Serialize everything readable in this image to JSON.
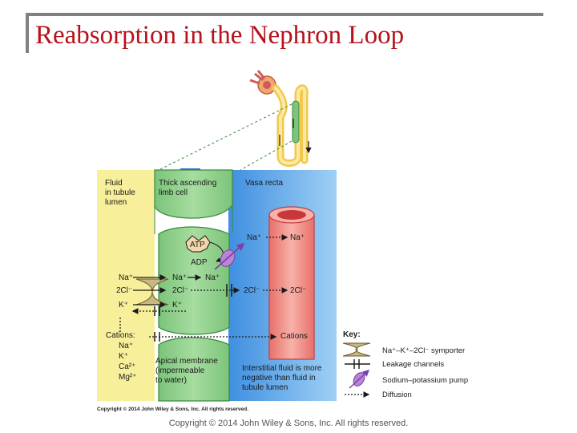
{
  "slide": {
    "title": "Reabsorption in the Nephron Loop",
    "copyright": "Copyright © 2014 John Wiley & Sons, Inc. All rights reserved."
  },
  "figure": {
    "credit": "Copyright © 2014 John Wiley & Sons, Inc. All rights reserved.",
    "regions": {
      "lumen_label": [
        "Fluid",
        "in tubule",
        "lumen"
      ],
      "cell_label": [
        "Thick ascending",
        "limb cell"
      ],
      "vasa_label": "Vasa recta"
    },
    "pump": {
      "atp": "ATP",
      "adp": "ADP"
    },
    "ions": {
      "na_lumen": "Na⁺",
      "cl_lumen": "2Cl⁻",
      "k_lumen": "K⁺",
      "na_cell": "Na⁺",
      "na_pump": "Na⁺",
      "cl_cell": "2Cl⁻",
      "k_cell": "K⁺",
      "na_interstitial": "Na⁺",
      "na_blood": "Na⁺",
      "cl_interstitial": "2Cl⁻",
      "cl_blood": "2Cl⁻",
      "cations_blood": "Cations"
    },
    "cations": {
      "heading": "Cations:",
      "list": [
        "Na⁺",
        "K⁺",
        "Ca²⁺",
        "Mg²⁺"
      ]
    },
    "apical_note": [
      "Apical membrane",
      "(impermeable",
      "to water)"
    ],
    "interstitial_note": [
      "Interstitial fluid is more",
      "negative than fluid in",
      "tubule lumen"
    ],
    "key": {
      "title": "Key:",
      "items": [
        {
          "label": "Na⁺–K⁺–2Cl⁻  symporter",
          "icon": "symporter-icon"
        },
        {
          "label": "Leakage channels",
          "icon": "leakage-channel-icon"
        },
        {
          "label": "Sodium–potassium pump",
          "icon": "pump-icon"
        },
        {
          "label": "Diffusion",
          "icon": "diffusion-arrow-icon"
        }
      ]
    },
    "colors": {
      "lumen": "#f7ef9a",
      "cell": "#8fd18a",
      "interstitial": "#4a9be3",
      "vessel": "#f08a80",
      "title": "#b5121b"
    }
  }
}
